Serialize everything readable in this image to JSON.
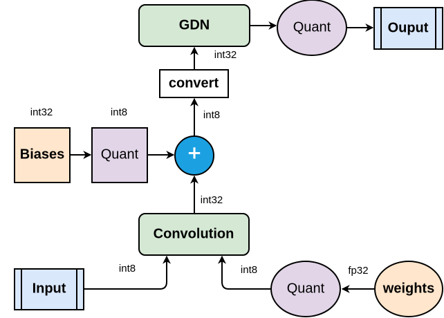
{
  "nodes": {
    "gdn": {
      "label": "GDN",
      "fill": "#d5e8d4"
    },
    "quant_top": {
      "label": "Quant",
      "fill": "#e1d5e7"
    },
    "output": {
      "label": "Ouput",
      "fill": "#dae8fc"
    },
    "convert": {
      "label": "convert",
      "fill": "#ffffff"
    },
    "biases": {
      "label": "Biases",
      "fill": "#ffe6cc"
    },
    "quant_bias": {
      "label": "Quant",
      "fill": "#e1d5e7"
    },
    "adder": {
      "symbol": "+",
      "fill": "#1ba1e2"
    },
    "convolution": {
      "label": "Convolution",
      "fill": "#d5e8d4"
    },
    "input": {
      "label": "Input",
      "fill": "#dae8fc"
    },
    "quant_weights": {
      "label": "Quant",
      "fill": "#e1d5e7"
    },
    "weights": {
      "label": "weights",
      "fill": "#ffe6cc"
    }
  },
  "edge_labels": {
    "convert_to_gdn": "int32",
    "adder_to_convert": "int8",
    "biases_dtype": "int32",
    "quant_bias_dtype": "int8",
    "conv_to_adder": "int32",
    "input_to_conv": "int8",
    "quant_weights_to_conv": "int8",
    "weights_dtype": "fp32"
  }
}
